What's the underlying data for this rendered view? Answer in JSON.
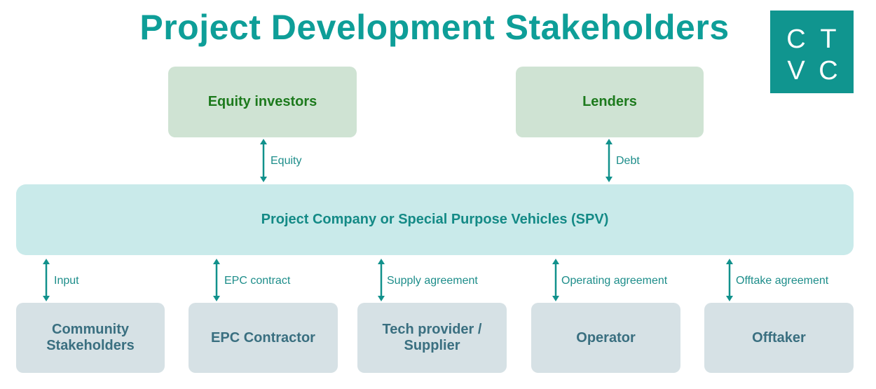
{
  "title": "Project Development Stakeholders",
  "logo": {
    "letters": [
      "C",
      "T",
      "V",
      "C"
    ]
  },
  "funders": [
    {
      "label": "Equity investors",
      "relation": "Equity"
    },
    {
      "label": "Lenders",
      "relation": "Debt"
    }
  ],
  "spv": {
    "label": "Project Company or Special Purpose Vehicles (SPV)"
  },
  "stakeholders": [
    {
      "label": "Community Stakeholders",
      "relation": "Input"
    },
    {
      "label": "EPC Contractor",
      "relation": "EPC contract"
    },
    {
      "label": "Tech provider / Supplier",
      "relation": "Supply agreement"
    },
    {
      "label": "Operator",
      "relation": "Operating agreement"
    },
    {
      "label": "Offtaker",
      "relation": "Offtake agreement"
    }
  ],
  "colors": {
    "title": "#0e9e98",
    "logo_bg": "#10958f",
    "funder_box": "#cfe3d3",
    "funder_text": "#1d7a1d",
    "spv_box": "#c9eaea",
    "spv_text": "#148a86",
    "stakeholder_box": "#d6e1e5",
    "stakeholder_text": "#3a6f80",
    "arrow": "#11918c"
  }
}
